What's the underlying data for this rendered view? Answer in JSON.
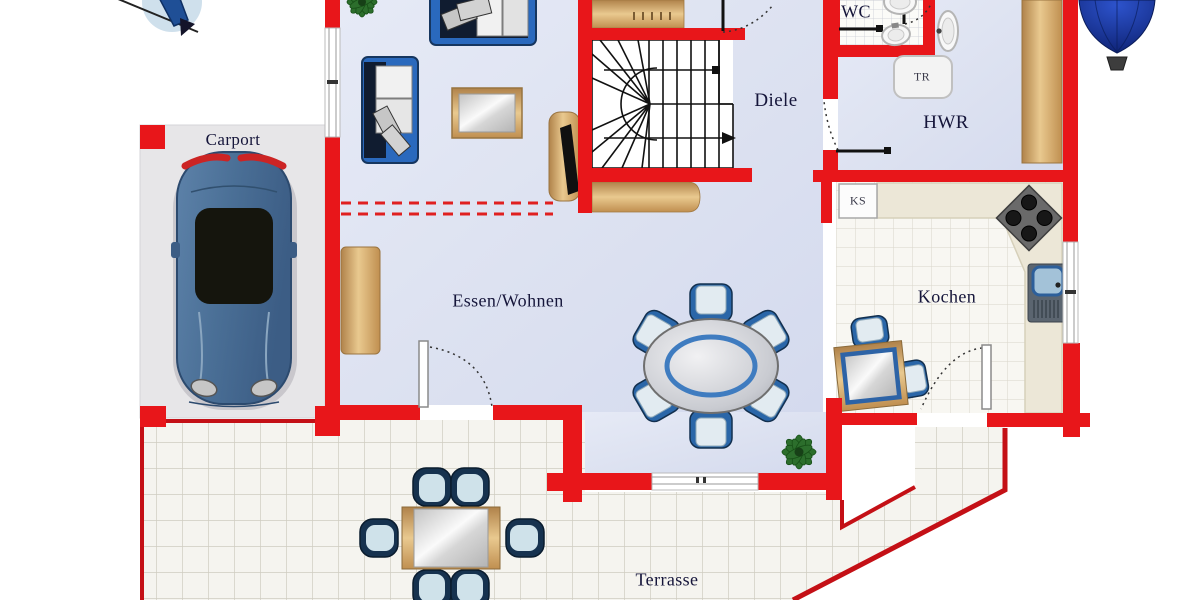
{
  "plan": {
    "rooms": {
      "carport": "Carport",
      "living_dining": "Essen/Wohnen",
      "hallway": "Diele",
      "wc": "WC",
      "utility": "HWR",
      "kitchen": "Kochen",
      "terrace": "Terrasse"
    },
    "appliances": {
      "dryer": "TR",
      "fridge": "KS"
    },
    "colors": {
      "wall": "#e8161a",
      "terrace_outline": "#c41016",
      "interior_floor": "#dfe4f3",
      "tile_floor": "#f6f5f0",
      "carport_floor": "#e7e6e8",
      "wood": "#c89a5e",
      "furniture_blue": "#2a66a8",
      "car_blue": "#4d7094",
      "balloon_blue": "#16328c"
    }
  }
}
